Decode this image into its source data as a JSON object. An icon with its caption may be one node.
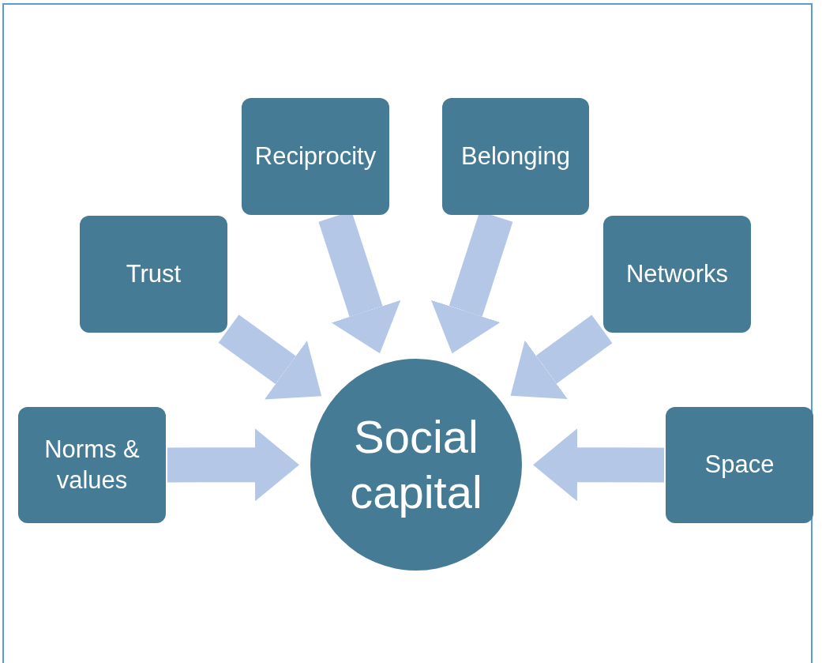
{
  "diagram": {
    "nodes": [
      {
        "text": [
          "Social capital"
        ]
      },
      {
        "text": [
          "Norms & values"
        ]
      },
      {
        "text": [
          "Trust"
        ]
      },
      {
        "text": [
          "Reciprocity"
        ]
      },
      {
        "text": [
          "Belonging"
        ]
      },
      {
        "text": [
          "Networks"
        ]
      },
      {
        "text": [
          "Space"
        ]
      }
    ],
    "edges": [
      {
        "from": 1,
        "to": 0,
        "arrow": "to"
      },
      {
        "from": 2,
        "to": 0,
        "arrow": "to"
      },
      {
        "from": 3,
        "to": 0,
        "arrow": "to"
      },
      {
        "from": 4,
        "to": 0,
        "arrow": "to"
      },
      {
        "from": 5,
        "to": 0,
        "arrow": "to"
      },
      {
        "from": 6,
        "to": 0,
        "arrow": "to"
      }
    ]
  }
}
